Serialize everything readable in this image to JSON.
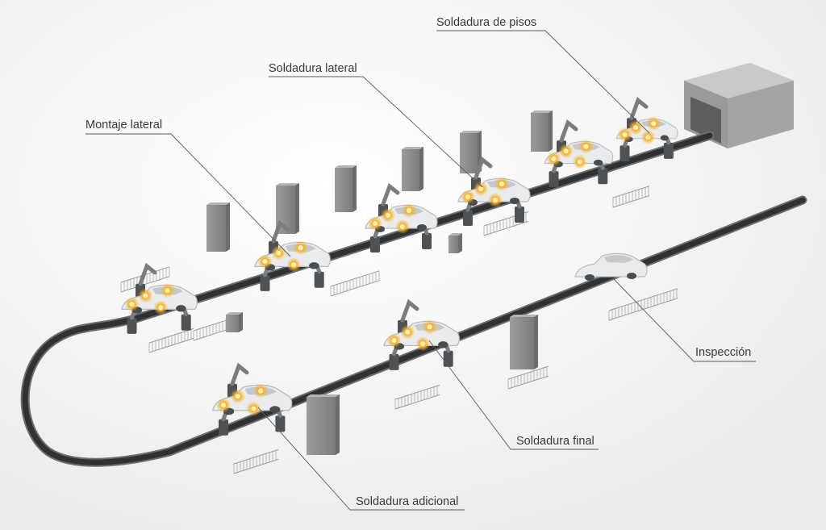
{
  "labels": {
    "floor_welding": "Soldadura de pisos",
    "side_welding": "Soldadura lateral",
    "side_assembly": "Montaje lateral",
    "inspection": "Inspección",
    "final_welding": "Soldadura final",
    "additional_welding": "Soldadura adicional"
  },
  "colors": {
    "background": "#f2f2f2",
    "track": "#3a3c3e",
    "track_edge": "#6a6d70",
    "cabinet": "#8f8f8f",
    "robot": "#6f7275",
    "car": "#e9eaeb",
    "weld_glow": "#f6a21a",
    "leader_line": "#555555"
  },
  "icons": {
    "car": "car-icon",
    "robot": "welding-robot-icon",
    "cabinet": "control-cabinet-icon",
    "booth": "inspection-booth-icon",
    "spark": "weld-spark-icon"
  }
}
